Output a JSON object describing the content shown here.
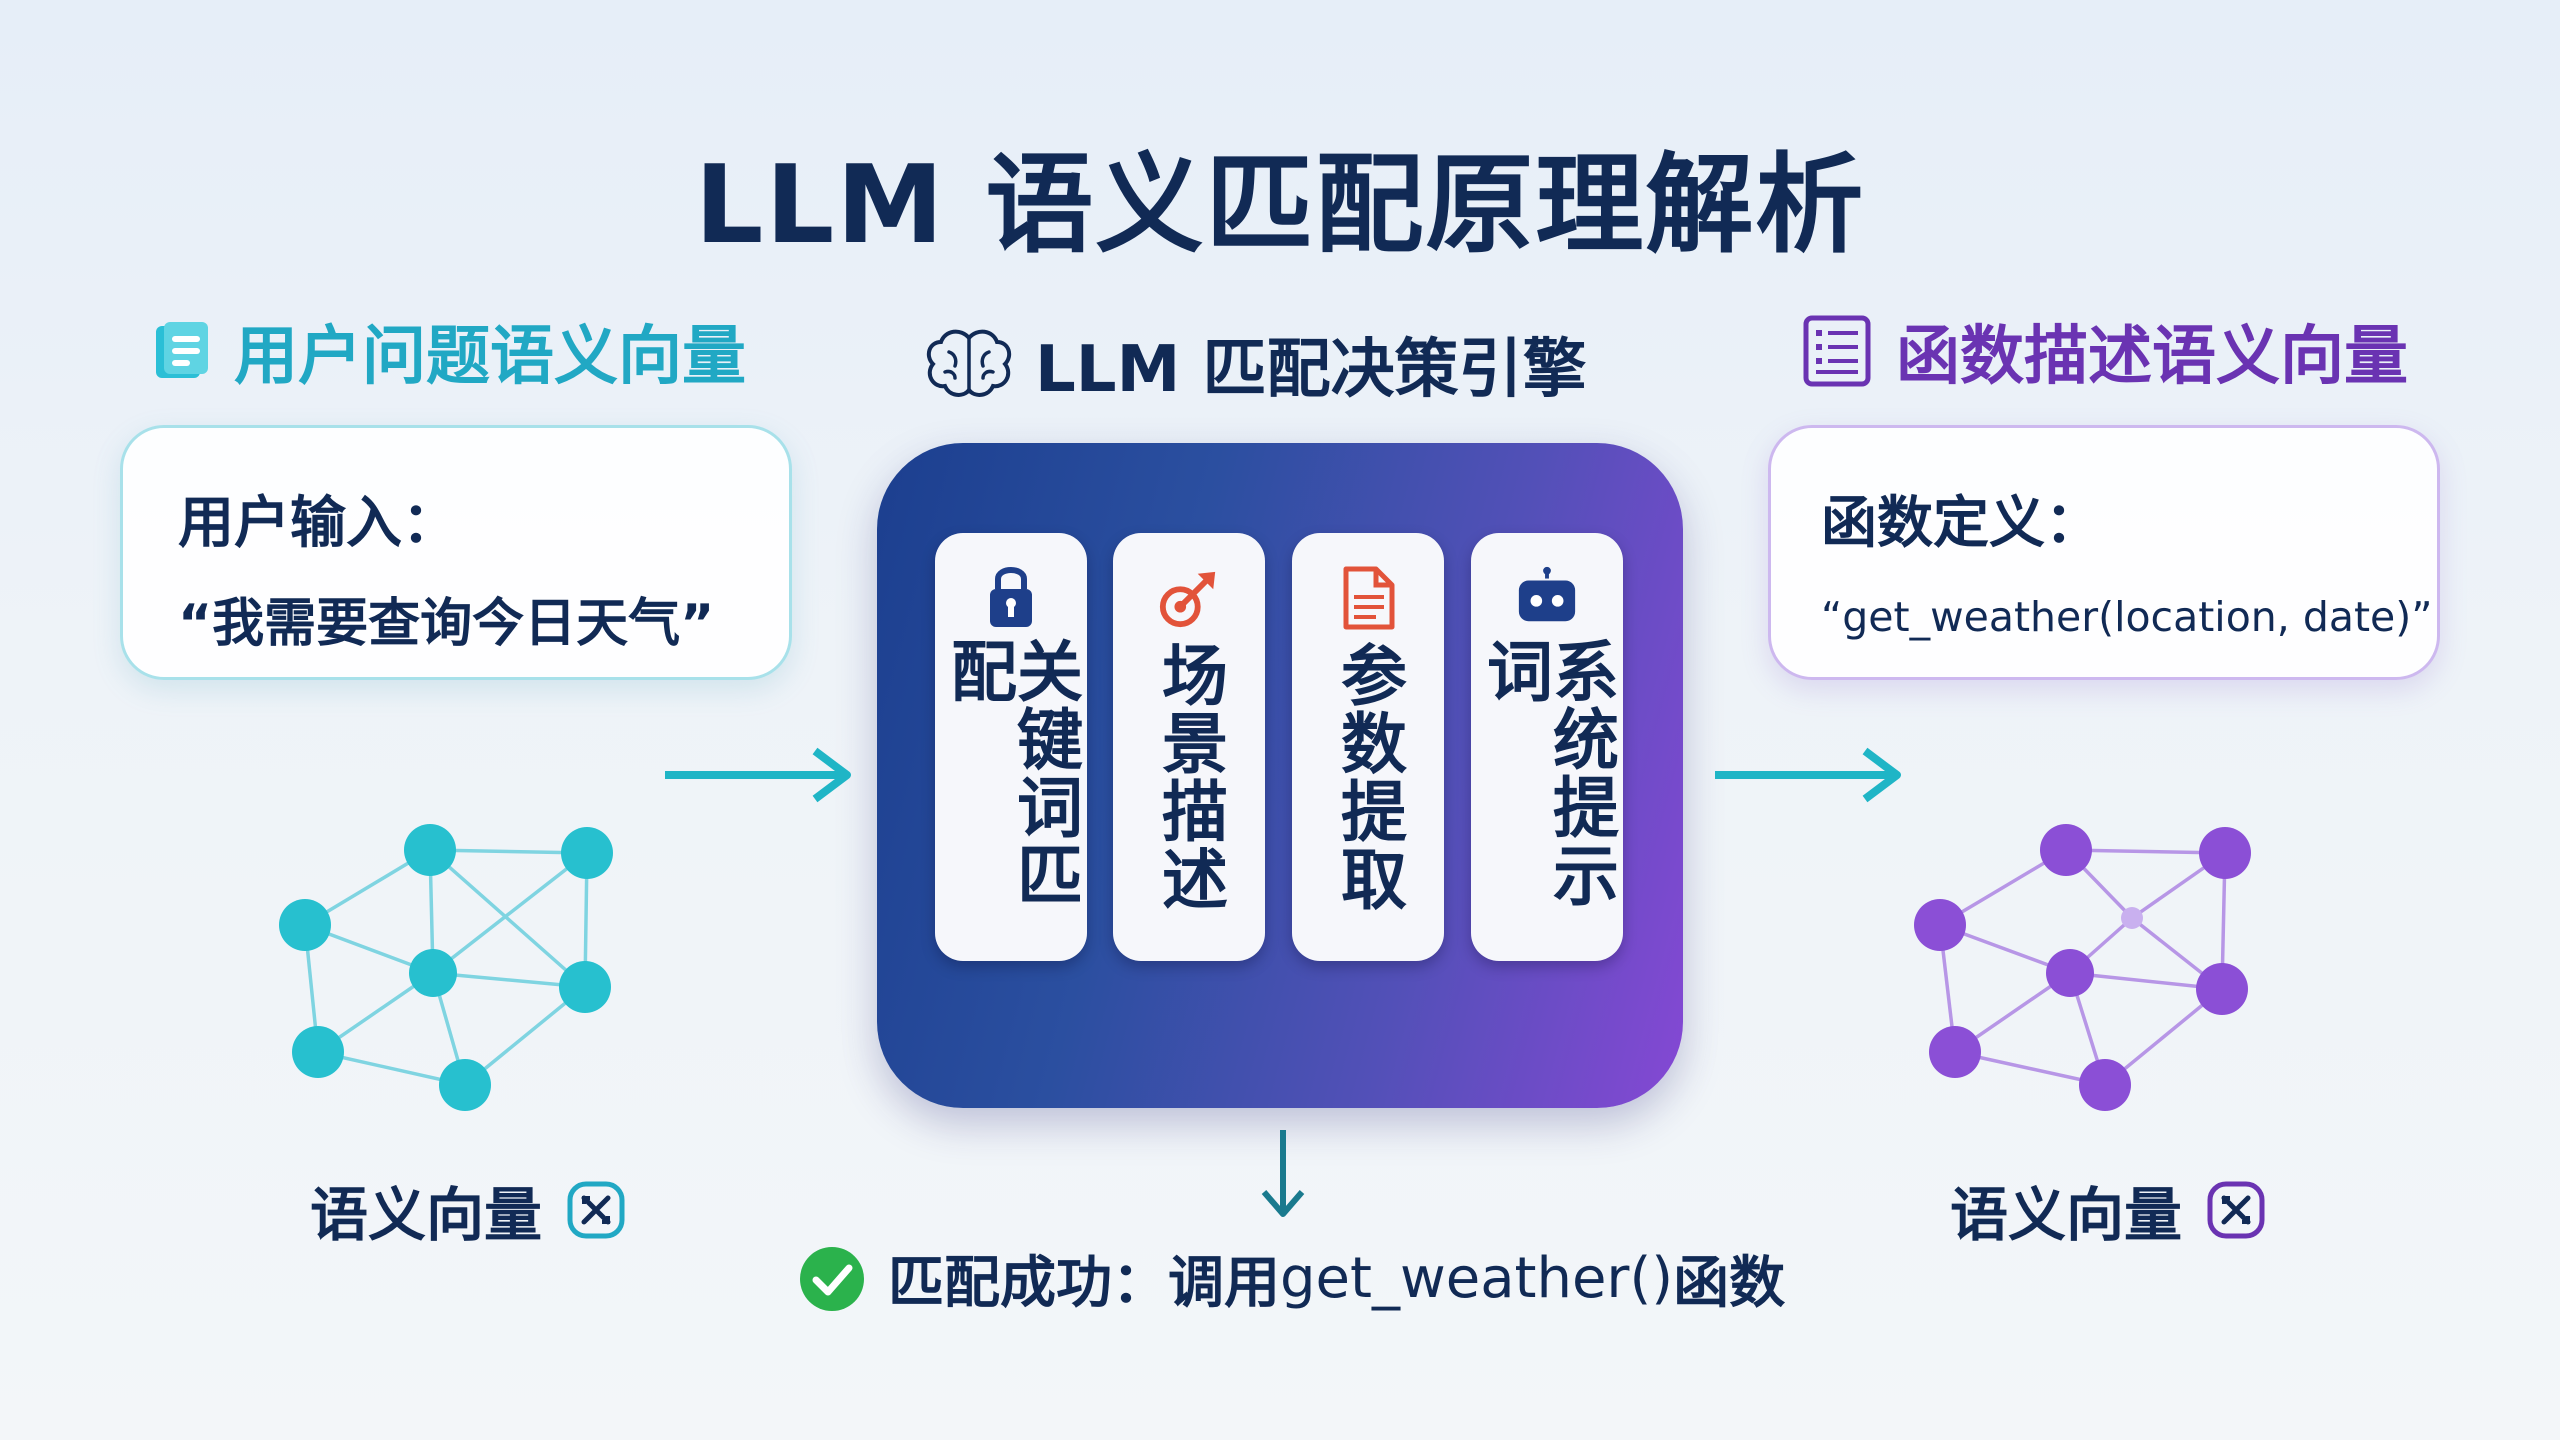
{
  "title": "LLM 语义匹配原理解析",
  "left_section": {
    "header": "用户问题语义向量",
    "icon": "document-icon",
    "card_label": "用户输入：",
    "card_value": "“我需要查询今日天气”",
    "vector_label": "语义向量",
    "color": "#21a8c4"
  },
  "center_section": {
    "header": "LLM 匹配决策引擎",
    "icon": "brain-icon",
    "pills": [
      {
        "label": "关键词匹配",
        "icon": "lock-icon"
      },
      {
        "label": "场景描述",
        "icon": "target-arrow-icon"
      },
      {
        "label": "参数提取",
        "icon": "document-icon"
      },
      {
        "label": "系统提示词",
        "icon": "robot-icon"
      }
    ],
    "gradient_start": "#1c3f8f",
    "gradient_end": "#8548d4"
  },
  "right_section": {
    "header": "函数描述语义向量",
    "icon": "list-document-icon",
    "card_label": "函数定义：",
    "card_value": "“get_weather(location, date)”",
    "vector_label": "语义向量",
    "color": "#6a33b2"
  },
  "result": {
    "prefix": "匹配成功：调用 ",
    "function": "get_weather()",
    "suffix": " 函数",
    "icon": "check-circle-icon",
    "color": "#2bb24c"
  }
}
